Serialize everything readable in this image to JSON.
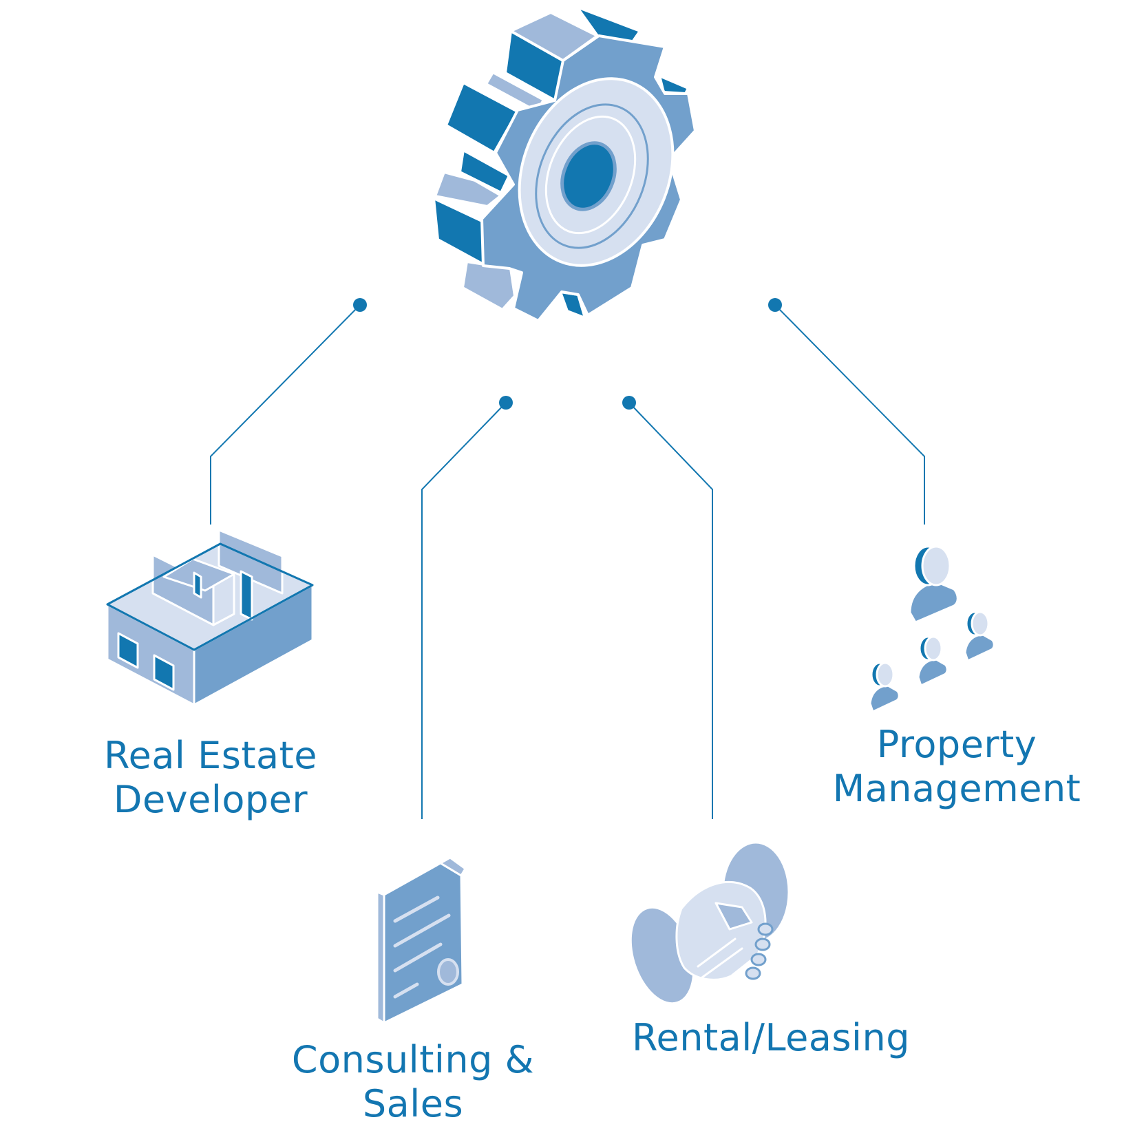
{
  "colors": {
    "dark": "#1277b0",
    "mid": "#72a0cc",
    "light": "#a0b9da",
    "pale": "#d6e0f0",
    "line": "#1277b0"
  },
  "hub": {
    "icon": "gear-icon"
  },
  "nodes": [
    {
      "id": "real-estate-developer",
      "icon": "building-floorplan-icon",
      "lines": [
        "Real Estate",
        "Developer"
      ]
    },
    {
      "id": "consulting-sales",
      "icon": "contract-document-icon",
      "lines": [
        "Consulting &",
        "Sales"
      ]
    },
    {
      "id": "rental-leasing",
      "icon": "handshake-icon",
      "lines": [
        "Rental/Leasing"
      ]
    },
    {
      "id": "property-management",
      "icon": "people-group-icon",
      "lines": [
        "Property",
        "Management"
      ]
    }
  ]
}
